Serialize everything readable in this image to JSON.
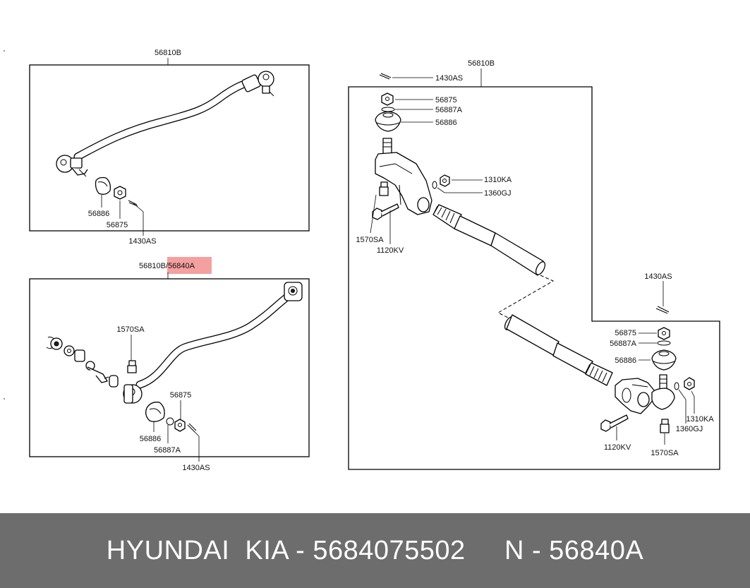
{
  "diagram": {
    "top_left": {
      "title": "56810B",
      "labels": {
        "p56886": "56886",
        "p56875": "56875",
        "p1430": "1430AS"
      }
    },
    "bottom_left": {
      "title_main": "56810B",
      "title_highlight": "/56840A",
      "highlight_color": "#f4a0a0",
      "labels": {
        "p1570": "1570SA",
        "p56875": "56875",
        "p56886": "56886",
        "p56887": "56887A",
        "p1430": "1430AS"
      }
    },
    "right": {
      "title": "56810B",
      "labels": {
        "p1430_top": "1430AS",
        "p56875_top": "56875",
        "p56887_top": "56887A",
        "p56886_top": "56886",
        "p1310_top": "1310KA",
        "p1360_top": "1360GJ",
        "p1570_top": "1570SA",
        "p1120_top": "1120KV",
        "p1430_bot": "1430AS",
        "p56875_bot": "56875",
        "p56887_bot": "56887A",
        "p56886_bot": "56886",
        "p1310_bot": "1310KA",
        "p1360_bot": "1360GJ",
        "p1120_bot": "1120KV",
        "p1570_bot": "1570SA"
      }
    }
  },
  "footer": {
    "text": "HYUNDAI  KIA - 5684075502     N - 56840A"
  }
}
